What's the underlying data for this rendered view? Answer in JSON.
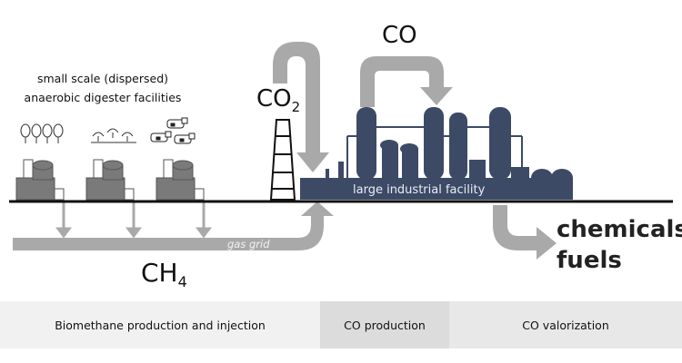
{
  "labels": {
    "digesters_line1": "small scale (dispersed)",
    "digesters_line2": "anaerobic digester facilities",
    "co2_main": "CO",
    "co2_sub": "2",
    "co": "CO",
    "ch4_main": "CH",
    "ch4_sub": "4",
    "facility": "large industrial facility",
    "gas_grid": "gas grid",
    "chemicals": "chemicals",
    "fuels": "fuels"
  },
  "stages": [
    {
      "label": "Biomethane production and injection"
    },
    {
      "label": "CO production"
    },
    {
      "label": "CO valorization"
    }
  ],
  "colors": {
    "arrow": "#a9a9a9",
    "facility": "#3d4a66",
    "digester": "#7a7a7a",
    "ground": "#111111"
  },
  "icons": [
    "tree-icon",
    "sprout-icon",
    "cow-icon",
    "digester-icon",
    "chimney-icon",
    "refinery-icon"
  ]
}
